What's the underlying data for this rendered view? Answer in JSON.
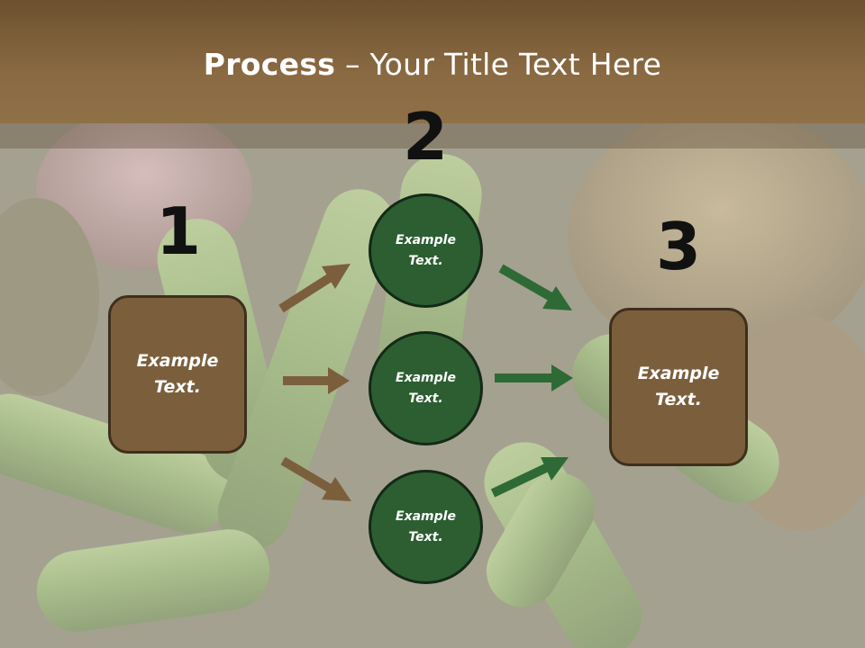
{
  "title": {
    "bold": "Process",
    "rest": " – Your Title Text Here"
  },
  "numbers": [
    "1",
    "2",
    "3"
  ],
  "left_box": {
    "line1": "Example",
    "line2": "Text."
  },
  "right_box": {
    "line1": "Example",
    "line2": "Text."
  },
  "circles": [
    {
      "line1": "Example",
      "line2": "Text."
    },
    {
      "line1": "Example",
      "line2": "Text."
    },
    {
      "line1": "Example",
      "line2": "Text."
    }
  ],
  "colors": {
    "title_bar": "#8a6a42",
    "box_fill": "#7b5f3d",
    "circle_fill": "#2c5e32",
    "arrow_brown": "#7b5f3d",
    "arrow_green": "#2e6a35"
  }
}
